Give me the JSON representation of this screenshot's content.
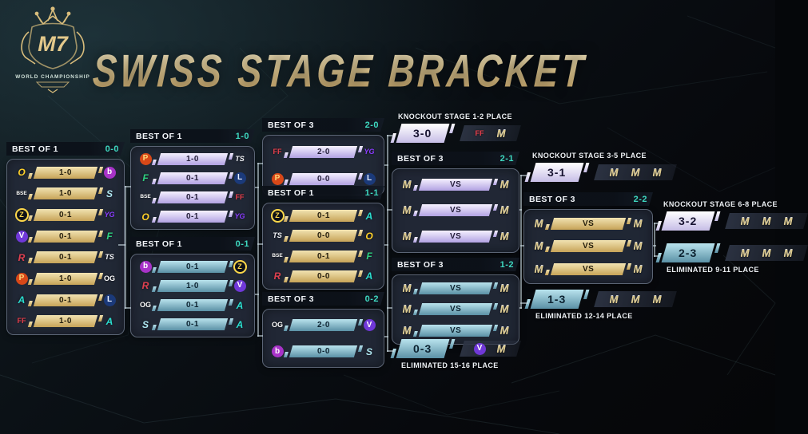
{
  "header": {
    "title": "SWISS STAGE BRACKET",
    "logo": {
      "main": "M7",
      "sub": "WORLD CHAMPIONSHIP"
    }
  },
  "colors": {
    "record_accent": "#3ed8c0",
    "gold_badge": "#c7a458",
    "lavender_badge": "#b2a2e2",
    "teal_badge": "#5b91a6",
    "white_badge": "#ffffff",
    "title_gold": "#ecd49b"
  },
  "teams": {
    "onic": {
      "name": "yellow-bird-team",
      "mark": "O",
      "fg": "#ffd029",
      "shape": "glyph"
    },
    "bren": {
      "name": "magenta-b-team",
      "mark": "b",
      "fg": "#ffffff",
      "bg": "#a833c8",
      "shape": "circle"
    },
    "bse": {
      "name": "bse-team",
      "mark": "BSE",
      "fg": "#ffffff",
      "shape": "text"
    },
    "shark": {
      "name": "teal-shark-team",
      "mark": "S",
      "fg": "#aee6f0",
      "shape": "glyph"
    },
    "oz": {
      "name": "gold-z-team",
      "mark": "Z",
      "fg": "#ffd94a",
      "shape": "ring"
    },
    "yg": {
      "name": "purple-yg-team",
      "mark": "YG",
      "fg": "#8a3cff",
      "shape": "glyph"
    },
    "vault": {
      "name": "purple-shield-team",
      "mark": "V",
      "fg": "#ffffff",
      "bg": "#7038d8",
      "shape": "circle"
    },
    "falcons": {
      "name": "green-falcon-team",
      "mark": "F",
      "fg": "#2ecf7f",
      "shape": "glyph"
    },
    "ruby": {
      "name": "red-emblem-team",
      "mark": "R",
      "fg": "#e04050",
      "shape": "glyph"
    },
    "phoenix": {
      "name": "orange-phoenix-team",
      "mark": "P",
      "fg": "#ffd878",
      "bg": "#d84818",
      "shape": "circle"
    },
    "spirit": {
      "name": "white-horse-team",
      "mark": "TS",
      "fg": "#f2f4f8",
      "shape": "glyph"
    },
    "og": {
      "name": "og-team",
      "mark": "OG",
      "fg": "#ffffff",
      "shape": "text"
    },
    "aurora": {
      "name": "teal-a-team",
      "mark": "A",
      "fg": "#2adfd0",
      "shape": "glyph"
    },
    "liquid": {
      "name": "blue-horse-team",
      "mark": "L",
      "fg": "#e8f0ff",
      "bg": "#1b3a7a",
      "shape": "circle"
    },
    "crimson": {
      "name": "red-text-team",
      "mark": "FF",
      "fg": "#e8414e",
      "shape": "text"
    },
    "mplace": {
      "name": "qualified-placeholder",
      "mark": "M",
      "fg": "#dcc98c",
      "shape": "glyph"
    }
  },
  "bracket": {
    "groups": [
      {
        "id": "r0",
        "title": "BEST OF 1",
        "record": "0-0",
        "badge": "gold",
        "rows": [
          {
            "left": "onic",
            "score": "1-0",
            "right": "bren"
          },
          {
            "left": "bse",
            "score": "1-0",
            "right": "shark"
          },
          {
            "left": "oz",
            "score": "0-1",
            "right": "yg"
          },
          {
            "left": "vault",
            "score": "0-1",
            "right": "falcons"
          },
          {
            "left": "ruby",
            "score": "0-1",
            "right": "spirit"
          },
          {
            "left": "phoenix",
            "score": "1-0",
            "right": "og"
          },
          {
            "left": "aurora",
            "score": "0-1",
            "right": "liquid"
          },
          {
            "left": "crimson",
            "score": "1-0",
            "right": "aurora"
          }
        ]
      },
      {
        "id": "w1",
        "title": "BEST OF 1",
        "record": "1-0",
        "badge": "lav",
        "rows": [
          {
            "left": "phoenix",
            "score": "1-0",
            "right": "spirit"
          },
          {
            "left": "falcons",
            "score": "0-1",
            "right": "liquid"
          },
          {
            "left": "bse",
            "score": "0-1",
            "right": "crimson"
          },
          {
            "left": "onic",
            "score": "0-1",
            "right": "yg"
          }
        ]
      },
      {
        "id": "l1",
        "title": "BEST OF 1",
        "record": "0-1",
        "badge": "teal",
        "rows": [
          {
            "left": "bren",
            "score": "0-1",
            "right": "oz"
          },
          {
            "left": "ruby",
            "score": "1-0",
            "right": "vault"
          },
          {
            "left": "og",
            "score": "0-1",
            "right": "aurora"
          },
          {
            "left": "shark",
            "score": "0-1",
            "right": "aurora"
          }
        ]
      },
      {
        "id": "g20",
        "title": "BEST OF 3",
        "record": "2-0",
        "badge": "lav",
        "rows": [
          {
            "left": "crimson",
            "score": "2-0",
            "right": "yg"
          },
          {
            "left": "phoenix",
            "score": "0-0",
            "right": "liquid"
          }
        ]
      },
      {
        "id": "g11",
        "title": "BEST OF 1",
        "record": "1-1",
        "badge": "gold",
        "rows": [
          {
            "left": "oz",
            "score": "0-1",
            "right": "aurora"
          },
          {
            "left": "spirit",
            "score": "0-0",
            "right": "onic"
          },
          {
            "left": "bse",
            "score": "0-1",
            "right": "falcons"
          },
          {
            "left": "ruby",
            "score": "0-0",
            "right": "aurora"
          }
        ]
      },
      {
        "id": "g02",
        "title": "BEST OF 3",
        "record": "0-2",
        "badge": "teal",
        "rows": [
          {
            "left": "og",
            "score": "2-0",
            "right": "vault"
          },
          {
            "left": "bren",
            "score": "0-0",
            "right": "shark"
          }
        ]
      },
      {
        "id": "g21",
        "title": "BEST OF 3",
        "record": "2-1",
        "badge": "lav",
        "rows": [
          {
            "left": "mplace",
            "score": "VS",
            "right": "mplace"
          },
          {
            "left": "mplace",
            "score": "VS",
            "right": "mplace"
          },
          {
            "left": "mplace",
            "score": "VS",
            "right": "mplace"
          }
        ]
      },
      {
        "id": "g12",
        "title": "BEST OF 3",
        "record": "1-2",
        "badge": "teal",
        "rows": [
          {
            "left": "mplace",
            "score": "VS",
            "right": "mplace"
          },
          {
            "left": "mplace",
            "score": "VS",
            "right": "mplace"
          },
          {
            "left": "mplace",
            "score": "VS",
            "right": "mplace"
          }
        ]
      },
      {
        "id": "g22",
        "title": "BEST OF 3",
        "record": "2-2",
        "badge": "gold",
        "rows": [
          {
            "left": "mplace",
            "score": "VS",
            "right": "mplace"
          },
          {
            "left": "mplace",
            "score": "VS",
            "right": "mplace"
          },
          {
            "left": "mplace",
            "score": "VS",
            "right": "mplace"
          }
        ]
      }
    ],
    "knockouts": [
      {
        "id": "ko12",
        "label": "KNOCKOUT STAGE 1-2 PLACE",
        "score": "3-0",
        "badge": "white",
        "label_pos": "above",
        "teams": [
          "crimson",
          "mplace"
        ]
      },
      {
        "id": "ko35",
        "label": "KNOCKOUT STAGE 3-5 PLACE",
        "score": "3-1",
        "badge": "white",
        "label_pos": "above",
        "teams": [
          "mplace",
          "mplace",
          "mplace"
        ]
      },
      {
        "id": "ko68",
        "label": "KNOCKOUT STAGE 6-8 PLACE",
        "score": "3-2",
        "badge": "white",
        "label_pos": "above",
        "teams": [
          "mplace",
          "mplace",
          "mplace"
        ]
      },
      {
        "id": "e911",
        "label": "ELIMINATED 9-11 PLACE",
        "score": "2-3",
        "badge": "teal",
        "label_pos": "below",
        "teams": [
          "mplace",
          "mplace",
          "mplace"
        ]
      },
      {
        "id": "e1214",
        "label": "ELIMINATED 12-14 PLACE",
        "score": "1-3",
        "badge": "teal",
        "label_pos": "below",
        "teams": [
          "mplace",
          "mplace",
          "mplace"
        ]
      },
      {
        "id": "e1516",
        "label": "ELIMINATED 15-16 PLACE",
        "score": "0-3",
        "badge": "teal",
        "label_pos": "below",
        "teams": [
          "vault",
          "mplace"
        ]
      }
    ]
  }
}
